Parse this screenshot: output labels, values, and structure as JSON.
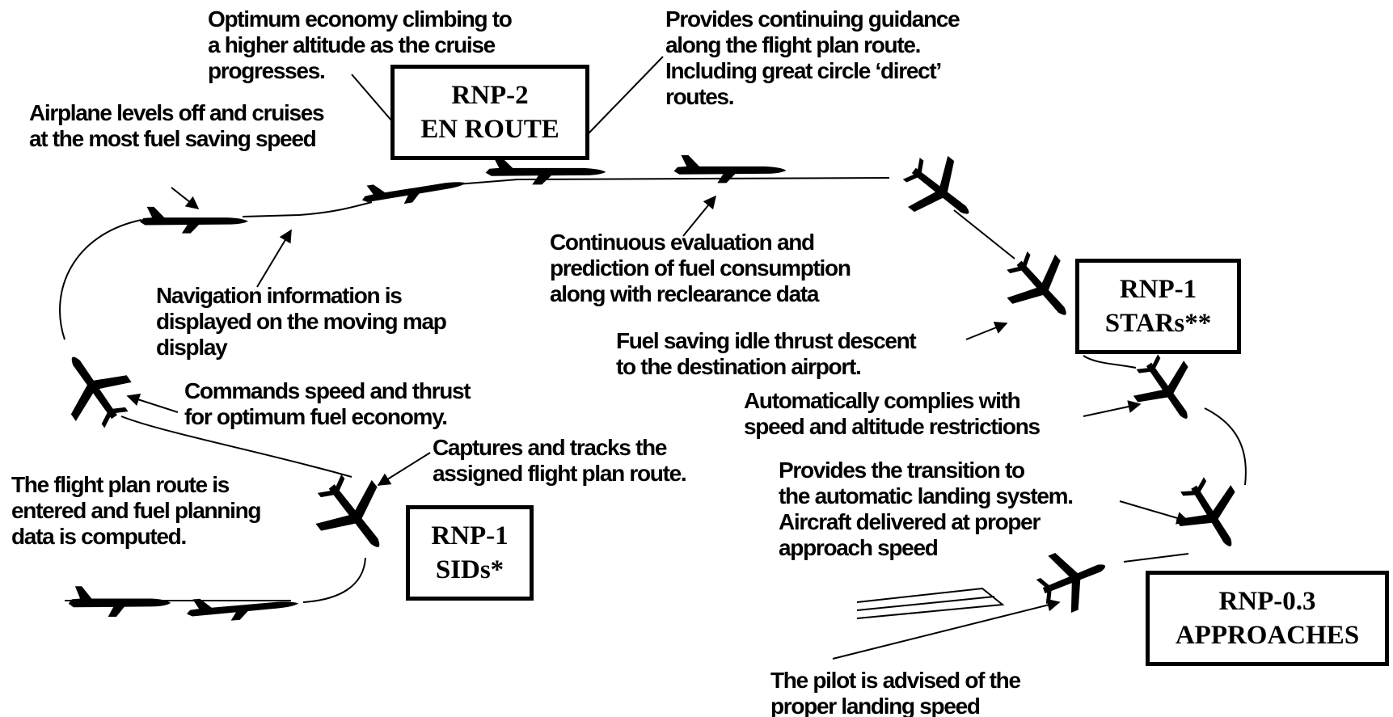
{
  "boxes": {
    "enroute": {
      "line1": "RNP-2",
      "line2": "EN ROUTE"
    },
    "sids": {
      "line1": "RNP-1",
      "line2": "SIDs*"
    },
    "stars": {
      "line1": "RNP-1",
      "line2": "STARs**"
    },
    "approaches": {
      "line1": "RNP-0.3",
      "line2": "APPROACHES"
    }
  },
  "notes": {
    "climb": [
      "Optimum economy climbing to",
      "a higher altitude as the cruise",
      "progresses."
    ],
    "guidance": [
      "Provides continuing guidance",
      "along the flight plan route.",
      "Including great circle ‘direct’",
      "routes."
    ],
    "cruise": [
      "Airplane levels off and cruises",
      "at the most fuel saving speed"
    ],
    "fuel_eval": [
      "Continuous evaluation and",
      "prediction of fuel consumption",
      "along with reclearance data"
    ],
    "navigation": [
      "Navigation information is",
      "displayed on the moving map",
      "display"
    ],
    "descent": [
      "Fuel saving idle thrust descent",
      "to the destination airport."
    ],
    "speed_thrust": [
      "Commands speed and thrust",
      "for optimum fuel economy."
    ],
    "restrictions": [
      "Automatically complies with",
      "speed and altitude restrictions"
    ],
    "captures": [
      "Captures and tracks the",
      "assigned flight plan route."
    ],
    "flight_plan": [
      "The flight plan route is",
      "entered and fuel planning",
      "data is computed."
    ],
    "transition": [
      "Provides the transition to",
      "the automatic landing system.",
      "Aircraft delivered at proper",
      "approach speed"
    ],
    "landing_speed": [
      "The pilot is advised of the",
      "proper landing speed"
    ]
  }
}
